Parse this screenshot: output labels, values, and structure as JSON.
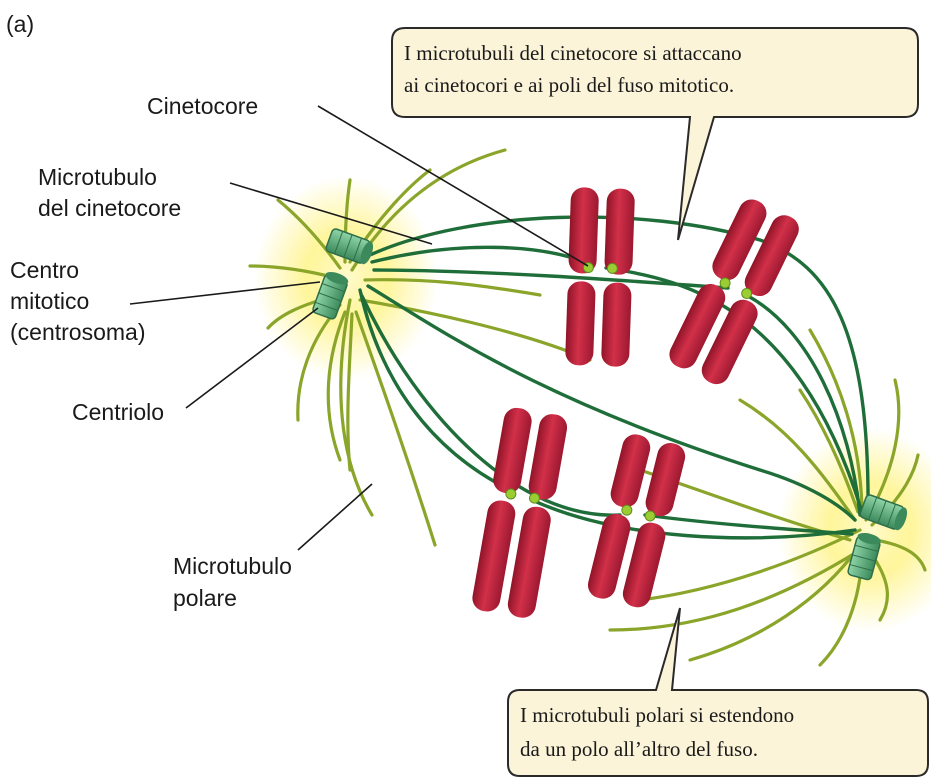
{
  "panel_label": "(a)",
  "labels": {
    "cinetocore": "Cinetocore",
    "microtubulo_cinetocore_1": "Microtubulo",
    "microtubulo_cinetocore_2": "del cinetocore",
    "centro_1": "Centro",
    "centro_2": "mitotico",
    "centro_3": "(centrosoma)",
    "centriolo": "Centriolo",
    "polare_1": "Microtubulo",
    "polare_2": "polare"
  },
  "callouts": {
    "top_line1": "I microtubuli del cinetocore si attaccano",
    "top_line2": "ai cinetocori e ai poli del fuso mitotico.",
    "bottom_line1": "I microtubuli polari si estendono",
    "bottom_line2": "da un polo all’altro del fuso."
  },
  "colors": {
    "kinetochore_mt": "#1f6e3a",
    "polar_mt": "#8aa52a",
    "chromosome": "#c4203a",
    "chromosome_dark": "#8f1428",
    "kinetochore": "#9acd32",
    "centriole": "#5aa878",
    "callout_fill": "#fbf4d9",
    "glow": "#fff27a"
  }
}
